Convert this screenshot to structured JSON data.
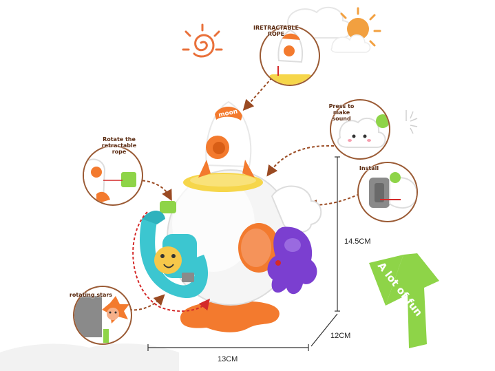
{
  "callouts": {
    "retractable_rope": "IRETRACTABLE ROPE",
    "press_to_make_sound": "Press to make sound",
    "install": "Install",
    "rotate_rope": "Rotate the retractable rope",
    "rotating_stars": "rotating stars"
  },
  "toy": {
    "rocket_text": "moon"
  },
  "dimensions": {
    "height": "14.5CM",
    "depth": "12CM",
    "width": "13CM"
  },
  "badge": {
    "text": "A lot of fun"
  },
  "colors": {
    "orange": "#f07a30",
    "teal": "#3cc6d0",
    "purple": "#7b3fd0",
    "green": "#8ed448",
    "callout_border": "#9a5a34"
  }
}
